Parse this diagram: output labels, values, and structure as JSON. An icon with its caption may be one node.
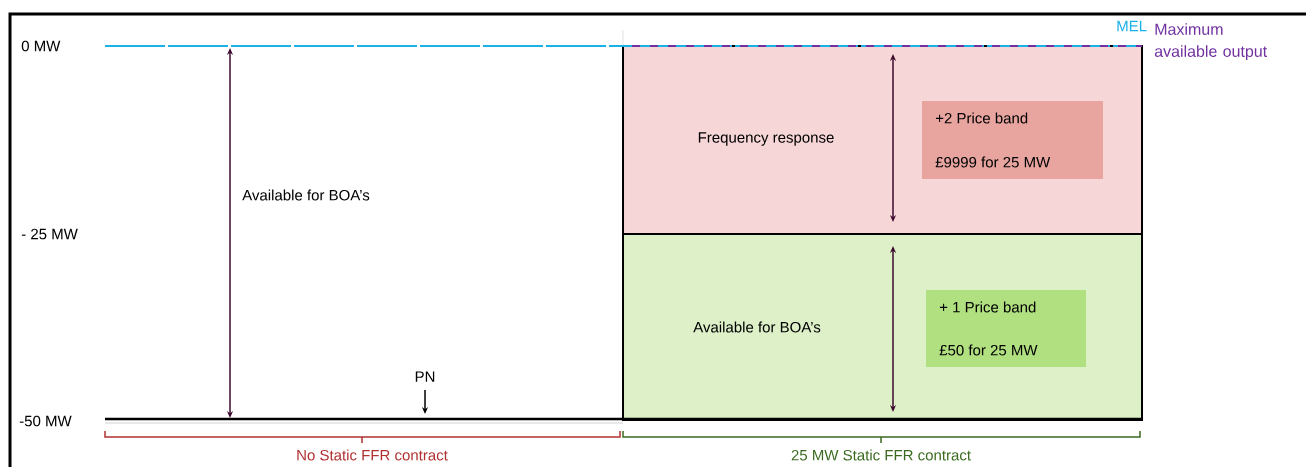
{
  "diagram": {
    "nodes": [
      {
        "text": [
          "Frequency response"
        ]
      },
      {
        "text": [
          "+2 Price band",
          "£9999 for 25 MW"
        ],
        "in": 0
      },
      {
        "text": [
          "Available for BOA’s"
        ]
      },
      {
        "text": [
          "+ 1 Price band",
          "£50 for 25 MW"
        ],
        "in": 2
      }
    ],
    "labels": [
      "MEL",
      "Maximum available output",
      "0 MW",
      "Available for BOA’s",
      "- 25 MW",
      "PN",
      "-50 MW",
      "No Static FFR contract",
      "25 MW Static FFR contract"
    ]
  }
}
